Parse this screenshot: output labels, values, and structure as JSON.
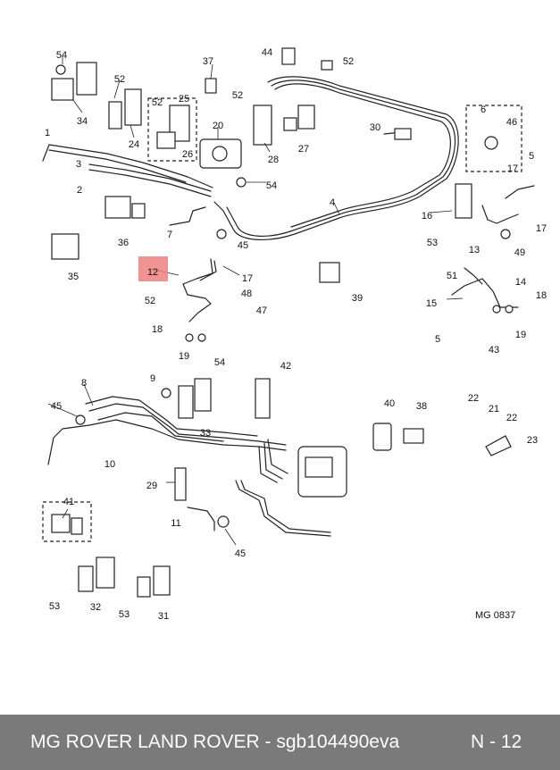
{
  "diagram": {
    "reference": "MG 0837",
    "highlight_label": "12",
    "labels": [
      "54",
      "34",
      "52",
      "24",
      "52",
      "25",
      "26",
      "37",
      "52",
      "20",
      "28",
      "54",
      "44",
      "52",
      "27",
      "30",
      "6",
      "46",
      "1",
      "3",
      "2",
      "4",
      "17",
      "5",
      "16",
      "53",
      "13",
      "49",
      "17",
      "36",
      "7",
      "45",
      "35",
      "12",
      "17",
      "48",
      "39",
      "51",
      "14",
      "18",
      "15",
      "19",
      "5",
      "43",
      "52",
      "47",
      "18",
      "19",
      "9",
      "54",
      "42",
      "8",
      "45",
      "33",
      "10",
      "40",
      "38",
      "22",
      "21",
      "22",
      "23",
      "29",
      "11",
      "45",
      "41",
      "53",
      "32",
      "53",
      "31"
    ]
  },
  "footer": {
    "title": "MG ROVER LAND ROVER - sgb104490eva",
    "page": "N - 12"
  }
}
